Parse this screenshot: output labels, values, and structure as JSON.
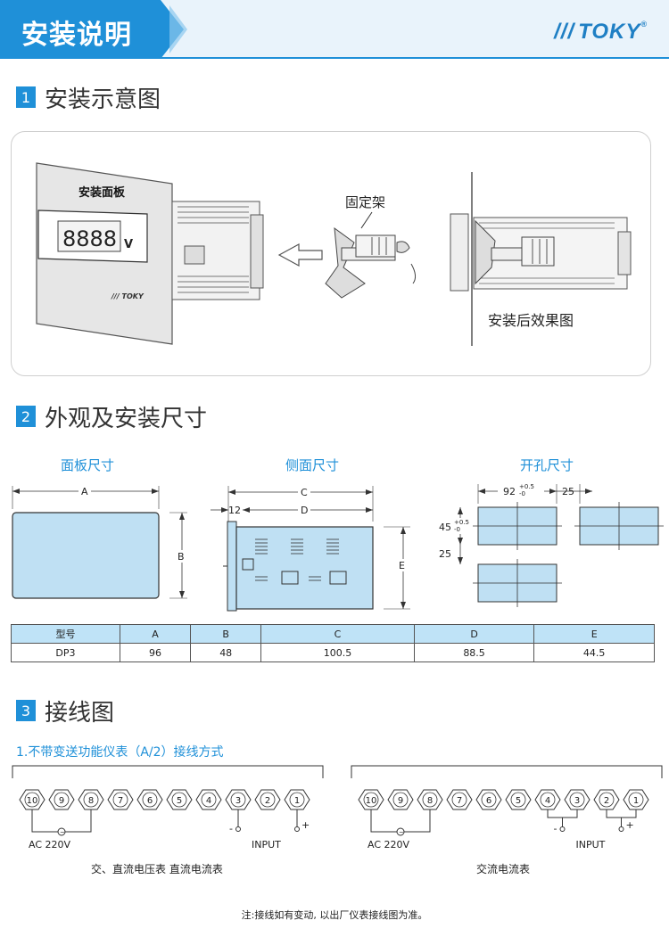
{
  "header": {
    "title": "安装说明",
    "logo_text": "TOKY",
    "logo_reg": "®",
    "accent": "#1f90d8"
  },
  "section1": {
    "num": "1",
    "title": "安装示意图",
    "panel_label": "安装面板",
    "display_digits": "8888",
    "display_unit": "V",
    "bracket_label": "固定架",
    "after_label": "安装后效果图"
  },
  "section2": {
    "num": "2",
    "title": "外观及安装尺寸",
    "panel_size_title": "面板尺寸",
    "side_size_title": "侧面尺寸",
    "cutout_size_title": "开孔尺寸",
    "dim_labels": {
      "A": "A",
      "B": "B",
      "C": "C",
      "D": "D",
      "E": "E",
      "twelve": "12",
      "ninety_two": "92",
      "forty_five": "45",
      "twenty_five_h": "25",
      "twenty_five_v": "25",
      "tol_plus": "+0.5",
      "tol_minus": "-0"
    },
    "table": {
      "headers": [
        "型号",
        "A",
        "B",
        "C",
        "D",
        "E"
      ],
      "rows": [
        [
          "DP3",
          "96",
          "48",
          "100.5",
          "88.5",
          "44.5"
        ]
      ]
    }
  },
  "section3": {
    "num": "3",
    "title": "接线图",
    "subtitle": "1.不带变送功能仪表（A/2）接线方式",
    "terminals": [
      "10",
      "9",
      "8",
      "7",
      "6",
      "5",
      "4",
      "3",
      "2",
      "1"
    ],
    "ac_label": "AC 220V",
    "input_label": "INPUT",
    "minus": "-",
    "plus": "+",
    "caption_left": "交、直流电压表 直流电流表",
    "caption_right": "交流电流表",
    "note": "注:接线如有变动, 以出厂仪表接线图为准。"
  }
}
